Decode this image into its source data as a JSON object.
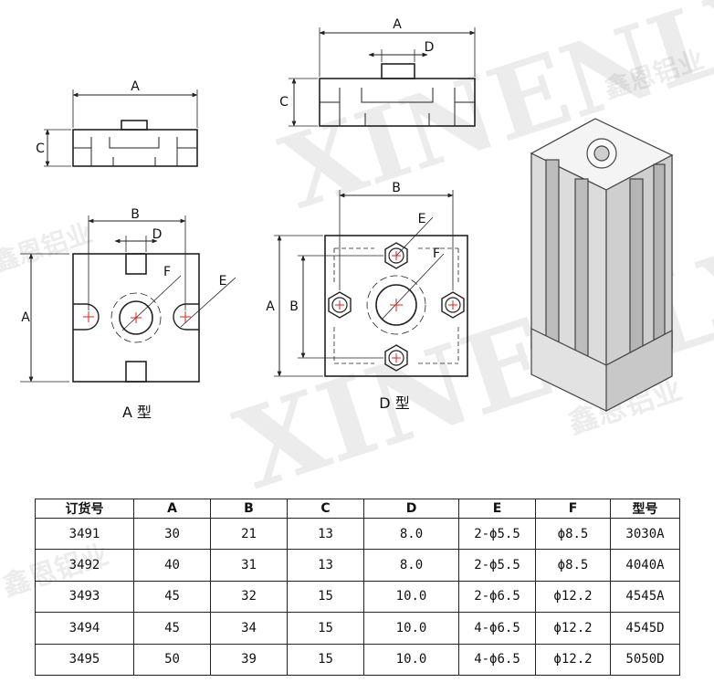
{
  "watermark": {
    "brand": "XINENLY",
    "company": "鑫恩铝业"
  },
  "drawings": {
    "a_type": {
      "caption": "A 型",
      "dim_a": "A",
      "dim_b": "B",
      "dim_c": "C",
      "dim_d": "D",
      "dim_f": "F",
      "dim_e": "E"
    },
    "d_type": {
      "caption": "D 型",
      "dim_a": "A",
      "dim_b": "B",
      "dim_c": "C",
      "dim_d": "D",
      "dim_e": "E",
      "dim_f": "F"
    }
  },
  "table": {
    "headers": [
      "订货号",
      "A",
      "B",
      "C",
      "D",
      "E",
      "F",
      "型号"
    ],
    "rows": [
      [
        "3491",
        "30",
        "21",
        "13",
        "8.0",
        "2-ϕ5.5",
        "ϕ8.5",
        "3030A"
      ],
      [
        "3492",
        "40",
        "31",
        "13",
        "8.0",
        "2-ϕ5.5",
        "ϕ8.5",
        "4040A"
      ],
      [
        "3493",
        "45",
        "32",
        "15",
        "10.0",
        "2-ϕ6.5",
        "ϕ12.2",
        "4545A"
      ],
      [
        "3494",
        "45",
        "34",
        "15",
        "10.0",
        "4-ϕ6.5",
        "ϕ12.2",
        "4545D"
      ],
      [
        "3495",
        "50",
        "39",
        "15",
        "10.0",
        "4-ϕ6.5",
        "ϕ12.2",
        "5050D"
      ]
    ]
  }
}
